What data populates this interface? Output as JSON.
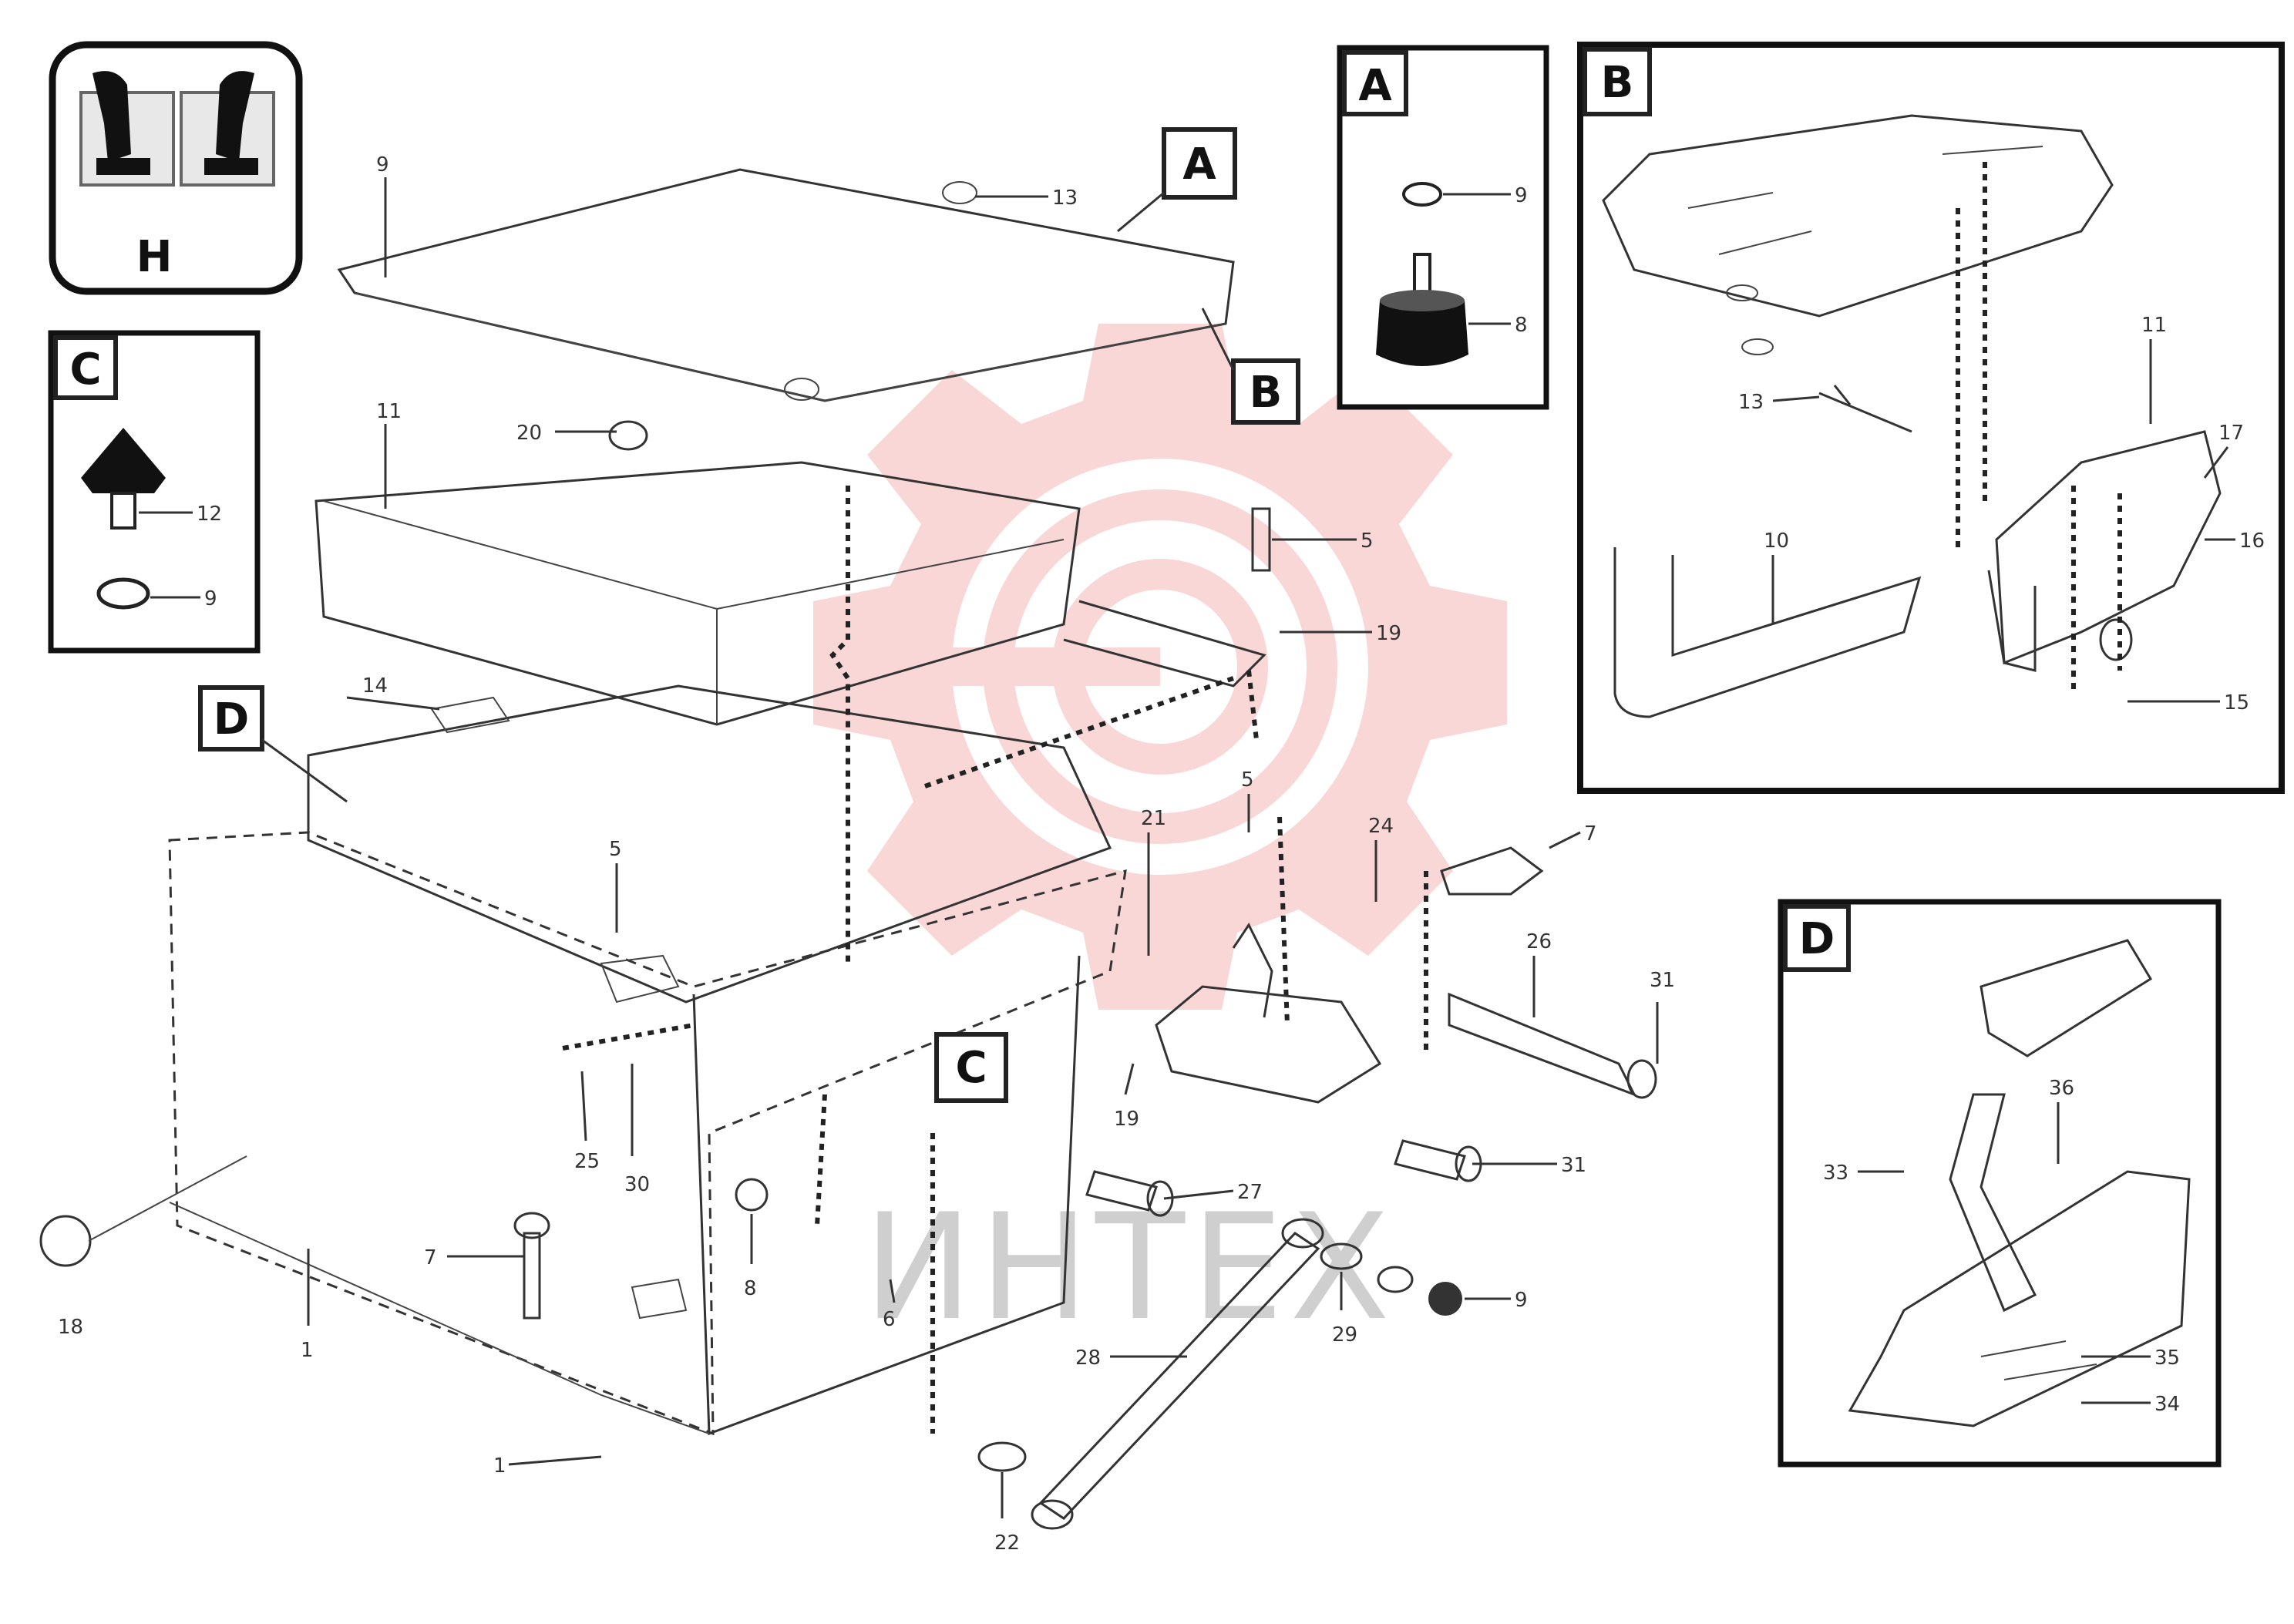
{
  "watermark": {
    "text": "ИНТЕХ",
    "gear_color": "#f7c9c9",
    "text_color": "#cfcfcf"
  },
  "callouts": {
    "H": "H",
    "A": "A",
    "B": "B",
    "C": "C",
    "D": "D"
  },
  "detail_panels": {
    "A": {
      "label": "A"
    },
    "B": {
      "label": "B"
    },
    "C": {
      "label": "C"
    },
    "D": {
      "label": "D"
    },
    "H": {
      "label": "H"
    }
  },
  "footer": {
    "line1": "",
    "line2": "",
    "line3": ""
  }
}
